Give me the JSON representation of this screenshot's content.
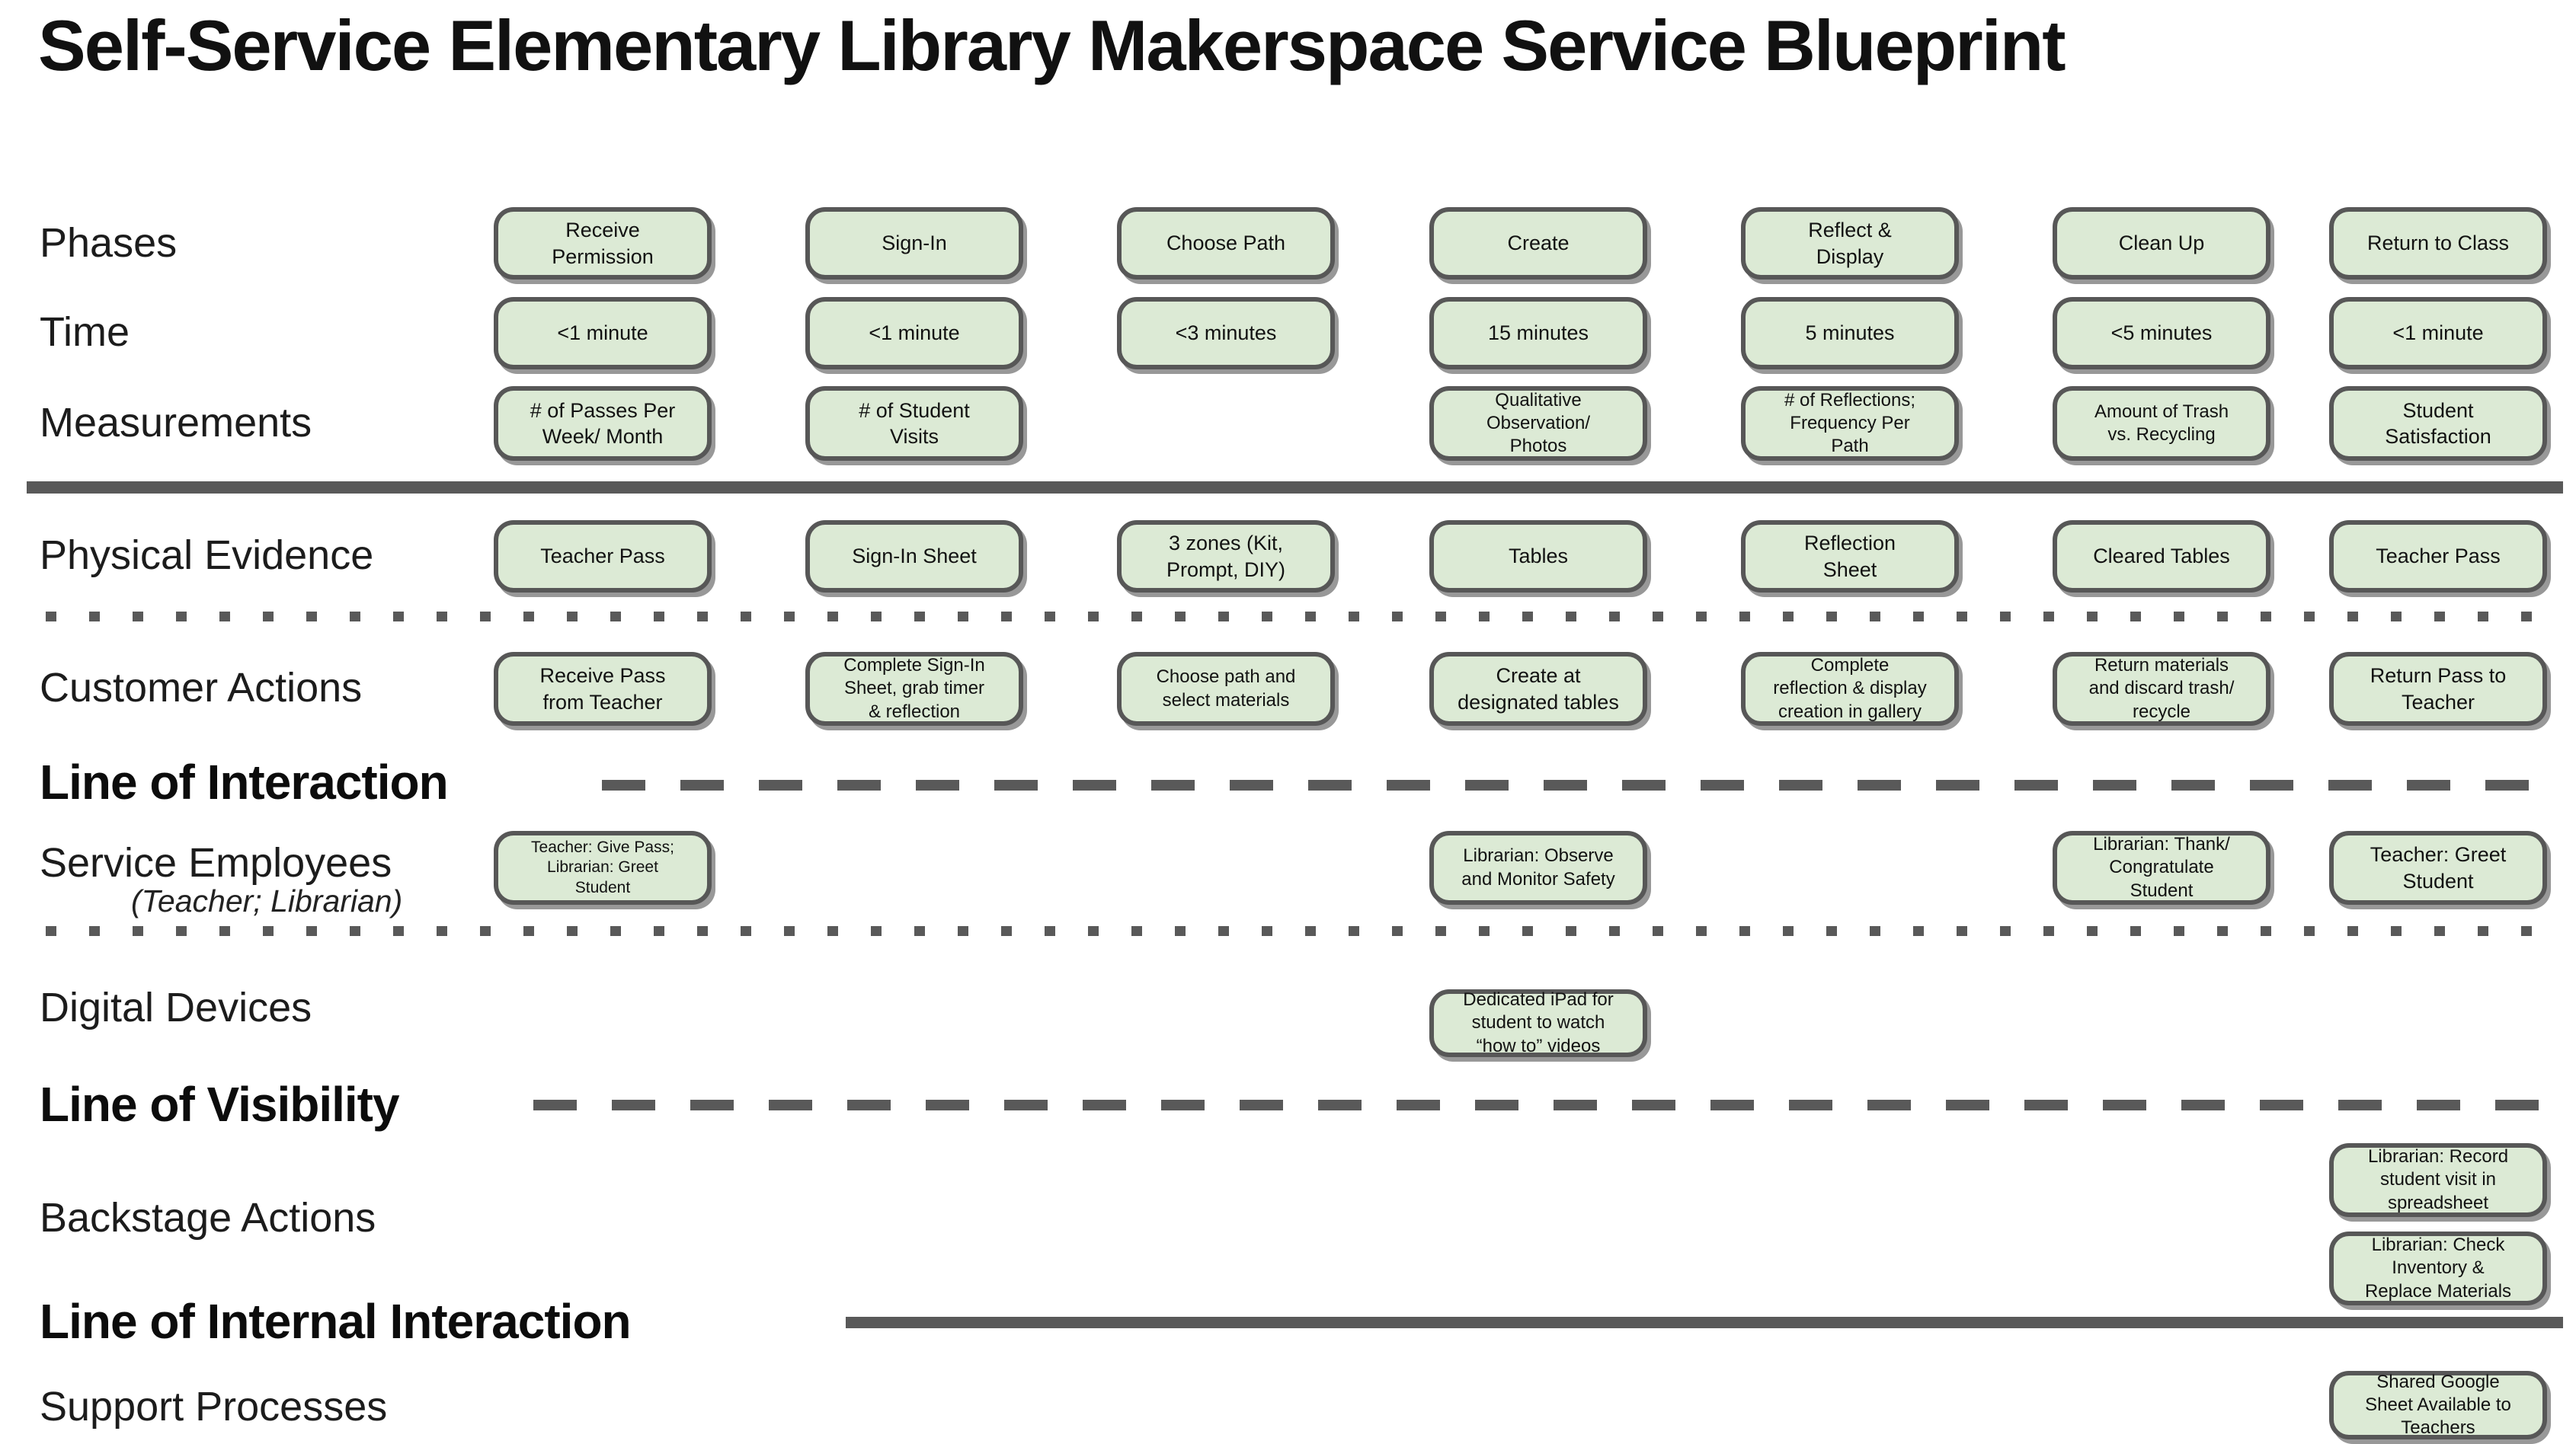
{
  "title": "Self-Service Elementary Library Makerspace Service Blueprint",
  "colors": {
    "box_fill": "#dcead5",
    "box_border": "#575757",
    "divider_gray": "#595959",
    "text": "#121212"
  },
  "row_labels": {
    "phases": "Phases",
    "time": "Time",
    "measurements": "Measurements",
    "physical_evidence": "Physical Evidence",
    "customer_actions": "Customer Actions",
    "service_employees": "Service Employees",
    "service_employees_sub": "(Teacher; Librarian)",
    "digital_devices": "Digital Devices",
    "backstage_actions": "Backstage Actions",
    "support_processes": "Support Processes"
  },
  "lines": {
    "interaction": "Line of Interaction",
    "visibility": "Line of Visibility",
    "internal_interaction": "Line of Internal Interaction"
  },
  "boxes": {
    "phases": [
      "Receive\nPermission",
      "Sign-In",
      "Choose Path",
      "Create",
      "Reflect &\nDisplay",
      "Clean Up",
      "Return to Class"
    ],
    "time": [
      "<1 minute",
      "<1 minute",
      "<3 minutes",
      "15 minutes",
      "5 minutes",
      "<5 minutes",
      "<1 minute"
    ],
    "measurements": {
      "c1": "# of Passes Per\nWeek/ Month",
      "c2": "# of Student\nVisits",
      "c4": "Qualitative\nObservation/\nPhotos",
      "c5": "# of Reflections;\nFrequency Per\nPath",
      "c6": "Amount of Trash\nvs. Recycling",
      "c7": "Student\nSatisfaction"
    },
    "physical_evidence": [
      "Teacher Pass",
      "Sign-In Sheet",
      "3 zones (Kit,\nPrompt, DIY)",
      "Tables",
      "Reflection\nSheet",
      "Cleared Tables",
      "Teacher Pass"
    ],
    "customer_actions": [
      "Receive Pass\nfrom Teacher",
      "Complete Sign-In\nSheet, grab timer\n& reflection",
      "Choose path and\nselect materials",
      "Create at\ndesignated tables",
      "Complete\nreflection & display\ncreation in gallery",
      "Return materials\nand discard trash/\nrecycle",
      "Return Pass to\nTeacher"
    ],
    "service_employees": {
      "c1": "Teacher: Give Pass;\nLibrarian: Greet\nStudent",
      "c4": "Librarian: Observe\nand Monitor Safety",
      "c6": "Librarian: Thank/\nCongratulate\nStudent",
      "c7": "Teacher: Greet\nStudent"
    },
    "digital_devices": {
      "c4": "Dedicated iPad for\nstudent to watch\n“how to” videos"
    },
    "backstage_actions": {
      "c7_top": "Librarian: Record\nstudent visit in\nspreadsheet",
      "c7_bottom": "Librarian: Check\nInventory &\nReplace Materials"
    },
    "support_processes": {
      "c7": "Shared Google\nSheet Available to\nTeachers"
    }
  }
}
